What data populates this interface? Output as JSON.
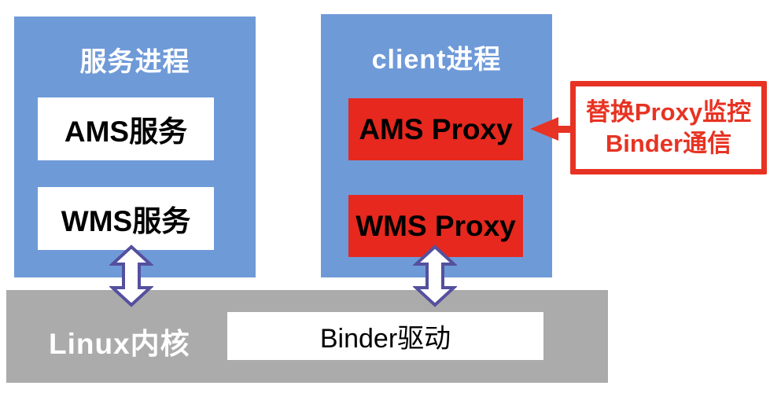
{
  "diagram": {
    "service_process": {
      "title": "服务进程",
      "items": [
        {
          "label": "AMS服务"
        },
        {
          "label": "WMS服务"
        }
      ]
    },
    "client_process": {
      "title": "client进程",
      "items": [
        {
          "label": "AMS Proxy"
        },
        {
          "label": "WMS Proxy"
        }
      ]
    },
    "kernel": {
      "label": "Linux内核",
      "driver_label": "Binder驱动"
    },
    "annotation": {
      "line1": "替换Proxy监控",
      "line2": "Binder通信"
    },
    "colors": {
      "process_box": "#6F9AD8",
      "proxy_box": "#E6281E",
      "kernel_bar": "#ABABAB",
      "annotation_red": "#E73323",
      "arrow_outline": "#54509E"
    }
  }
}
